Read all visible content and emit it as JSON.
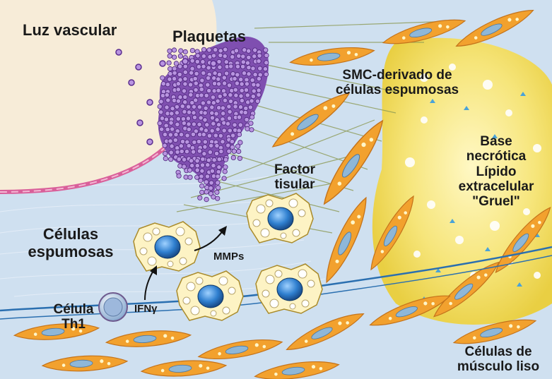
{
  "labels": {
    "lumen": "Luz vascular",
    "platelets": "Plaquetas",
    "smc_line1": "SMC-derivado de",
    "smc_line2": "células espumosas",
    "core_line1": "Base",
    "core_line2": "necrótica",
    "core_line3": "Lípido",
    "core_line4": "extracelular",
    "core_line5": "\"Gruel\"",
    "tissue_factor_line1": "Factor",
    "tissue_factor_line2": "tisular",
    "foam_cells_line1": "Células",
    "foam_cells_line2": "espumosas",
    "mmps": "MMPs",
    "th1_line1": "Célula",
    "th1_line2": "Th1",
    "ifn": "IFNγ",
    "smooth_muscle_line1": "Células de",
    "smooth_muscle_line2": "músculo liso"
  },
  "colors": {
    "lumen": "#f7ecd8",
    "intima": "#cfe0f0",
    "platelet": "#6a3d9a",
    "smc": "#f2a12e",
    "smc_nucleus": "#8eb7d8",
    "necrotic_core": "#f4e36a",
    "foam_cell": "#fdf3c4",
    "foam_nucleus": "#2c79c2",
    "endothelium": "#d9609a"
  }
}
